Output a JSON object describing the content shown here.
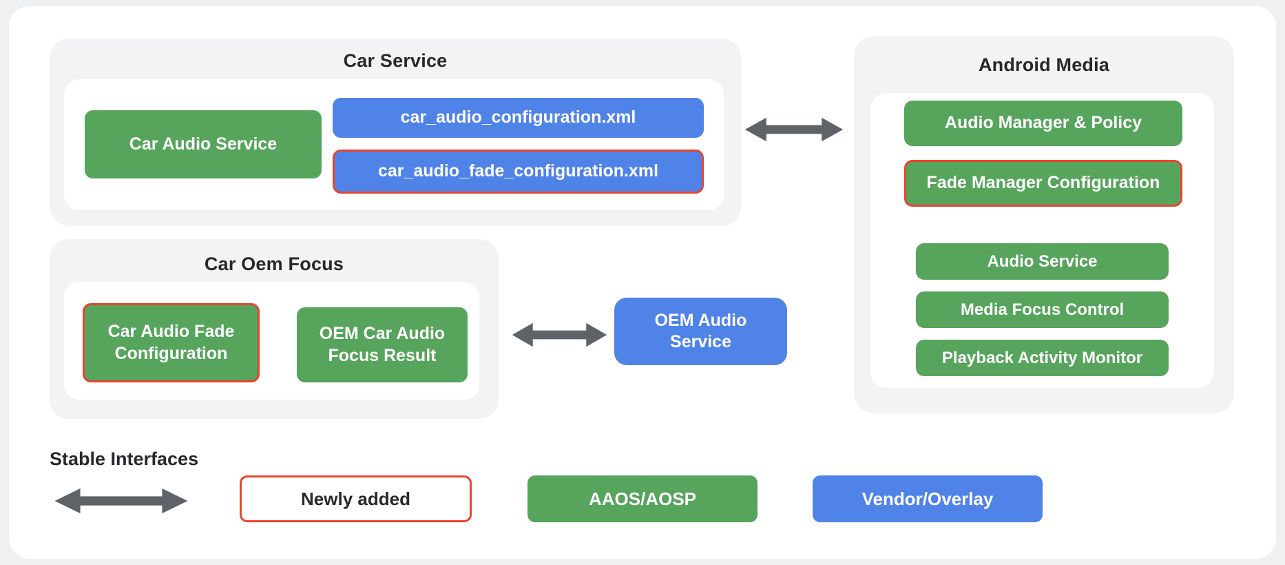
{
  "colors": {
    "page_background": "#eef0f2",
    "canvas_background": "#ffffff",
    "container_gray": "#f2f3f4",
    "aaos_green": "#57a45d",
    "vendor_blue": "#5083e8",
    "newly_added_red": "#e8442e",
    "arrow_gray": "#5f6368",
    "title_text": "#26282b",
    "box_text": "#ffffff"
  },
  "groups": {
    "car_service": {
      "title": "Car Service",
      "boxes": {
        "car_audio_service": {
          "label": "Car Audio Service"
        },
        "car_audio_configuration": {
          "label": "car_audio_configuration.xml"
        },
        "car_audio_fade_configuration": {
          "label": "car_audio_fade_configuration.xml"
        }
      }
    },
    "car_oem_focus": {
      "title": "Car Oem Focus",
      "boxes": {
        "car_audio_fade_configuration": {
          "label": "Car Audio Fade\nConfiguration"
        },
        "oem_car_audio_focus_result": {
          "label": "OEM Car Audio\nFocus Result"
        }
      }
    },
    "android_media": {
      "title": "Android Media",
      "boxes": {
        "audio_manager_policy": {
          "label": "Audio Manager & Policy"
        },
        "fade_manager_configuration": {
          "label": "Fade Manager Configuration"
        },
        "audio_service": {
          "label": "Audio Service"
        },
        "media_focus_control": {
          "label": "Media Focus Control"
        },
        "playback_activity_monitor": {
          "label": "Playback Activity Monitor"
        }
      }
    },
    "oem_audio_service": {
      "label": "OEM Audio\nService"
    }
  },
  "legend": {
    "stable_interfaces_label": "Stable Interfaces",
    "newly_added_label": "Newly added",
    "aaos_aosp_label": "AAOS/AOSP",
    "vendor_overlay_label": "Vendor/Overlay"
  },
  "icons": {
    "connection_arrow": "double-arrow-icon"
  }
}
